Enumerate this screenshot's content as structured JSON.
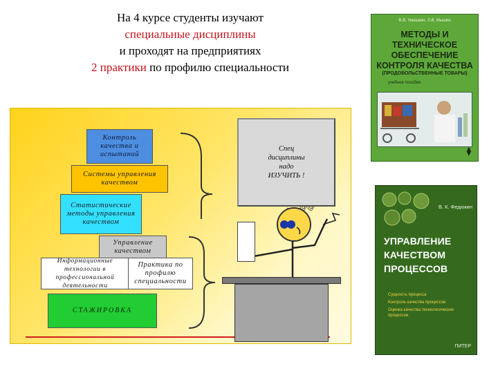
{
  "heading": {
    "line1": "На 4 курсе студенты изучают",
    "line2": "специальные дисциплины",
    "line3": "и проходят на предприятиях",
    "line4_red": "2 практики",
    "line4_rest": " по профилю специальности"
  },
  "diagram": {
    "blocks": {
      "kontrol": "Контроль качества и испытаний",
      "sistemy": "Системы управления качеством",
      "stat": "Статистические методы управления качеством",
      "upr": "Управление качеством",
      "inform": "Информационные технологии в профессиональной деятельности",
      "prakt": "Практика по профилю специальности",
      "stazh": "СТАЖИРОВКА"
    },
    "bubble": {
      "l1": "Спец",
      "l2": "дисциплины",
      "l3": "надо",
      "l4": "ИЗУЧИТЬ !"
    }
  },
  "book1": {
    "authors": "В.В. Умашкин, Л.В. Мышин",
    "title": "МЕТОДЫ И ТЕХНИЧЕСКОЕ ОБЕСПЕЧЕНИЕ КОНТРОЛЯ КАЧЕСТВА",
    "subtitle": "(ПРОДОВОЛЬСТВЕННЫЕ ТОВАРЫ)",
    "kind": "учебное пособие"
  },
  "book2": {
    "author": "В. К. Федюкин",
    "title": "УПРАВЛЕНИЕ КАЧЕСТВОМ ПРОЦЕССОВ",
    "toc1": "Сущность процесса",
    "toc2": "Контроль качества процессов",
    "toc3": "Оценка качества технологических процессов",
    "publisher": "ПИТЕР"
  },
  "colors": {
    "heading_red": "#c0161c",
    "panel_yellow": "#ffd21a",
    "book1_green": "#5ea83a",
    "book2_green": "#356a1e"
  }
}
